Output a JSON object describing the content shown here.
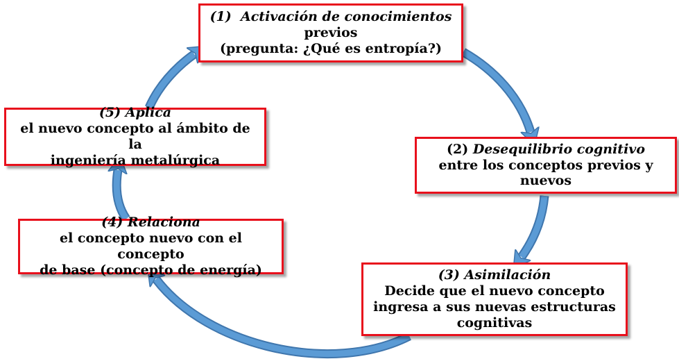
{
  "colors": {
    "box_border": "#e8101c",
    "arrow_fill": "#5b9bd5",
    "arrow_stroke": "#3f76ad"
  },
  "steps": [
    {
      "label": "(1)",
      "title": "Activación de conocimientos",
      "lines": [
        "previos",
        "(pregunta: ¿Qué es entropía?)"
      ]
    },
    {
      "label": "(2)",
      "title": "Desequilibrio cognitivo",
      "lines": [
        "entre los conceptos previos y",
        "nuevos"
      ]
    },
    {
      "label": "(3)",
      "title": "Asimilación",
      "lines": [
        "Decide que el nuevo concepto",
        "ingresa a sus nuevas estructuras",
        "cognitivas"
      ]
    },
    {
      "label": "(4)",
      "title": "Relaciona",
      "lines": [
        "el concepto nuevo con el concepto",
        "de base (concepto de energía)"
      ]
    },
    {
      "label": "(5)",
      "title": "Aplica",
      "lines": [
        "el nuevo concepto al ámbito de la",
        "ingeniería metalúrgica"
      ]
    }
  ]
}
